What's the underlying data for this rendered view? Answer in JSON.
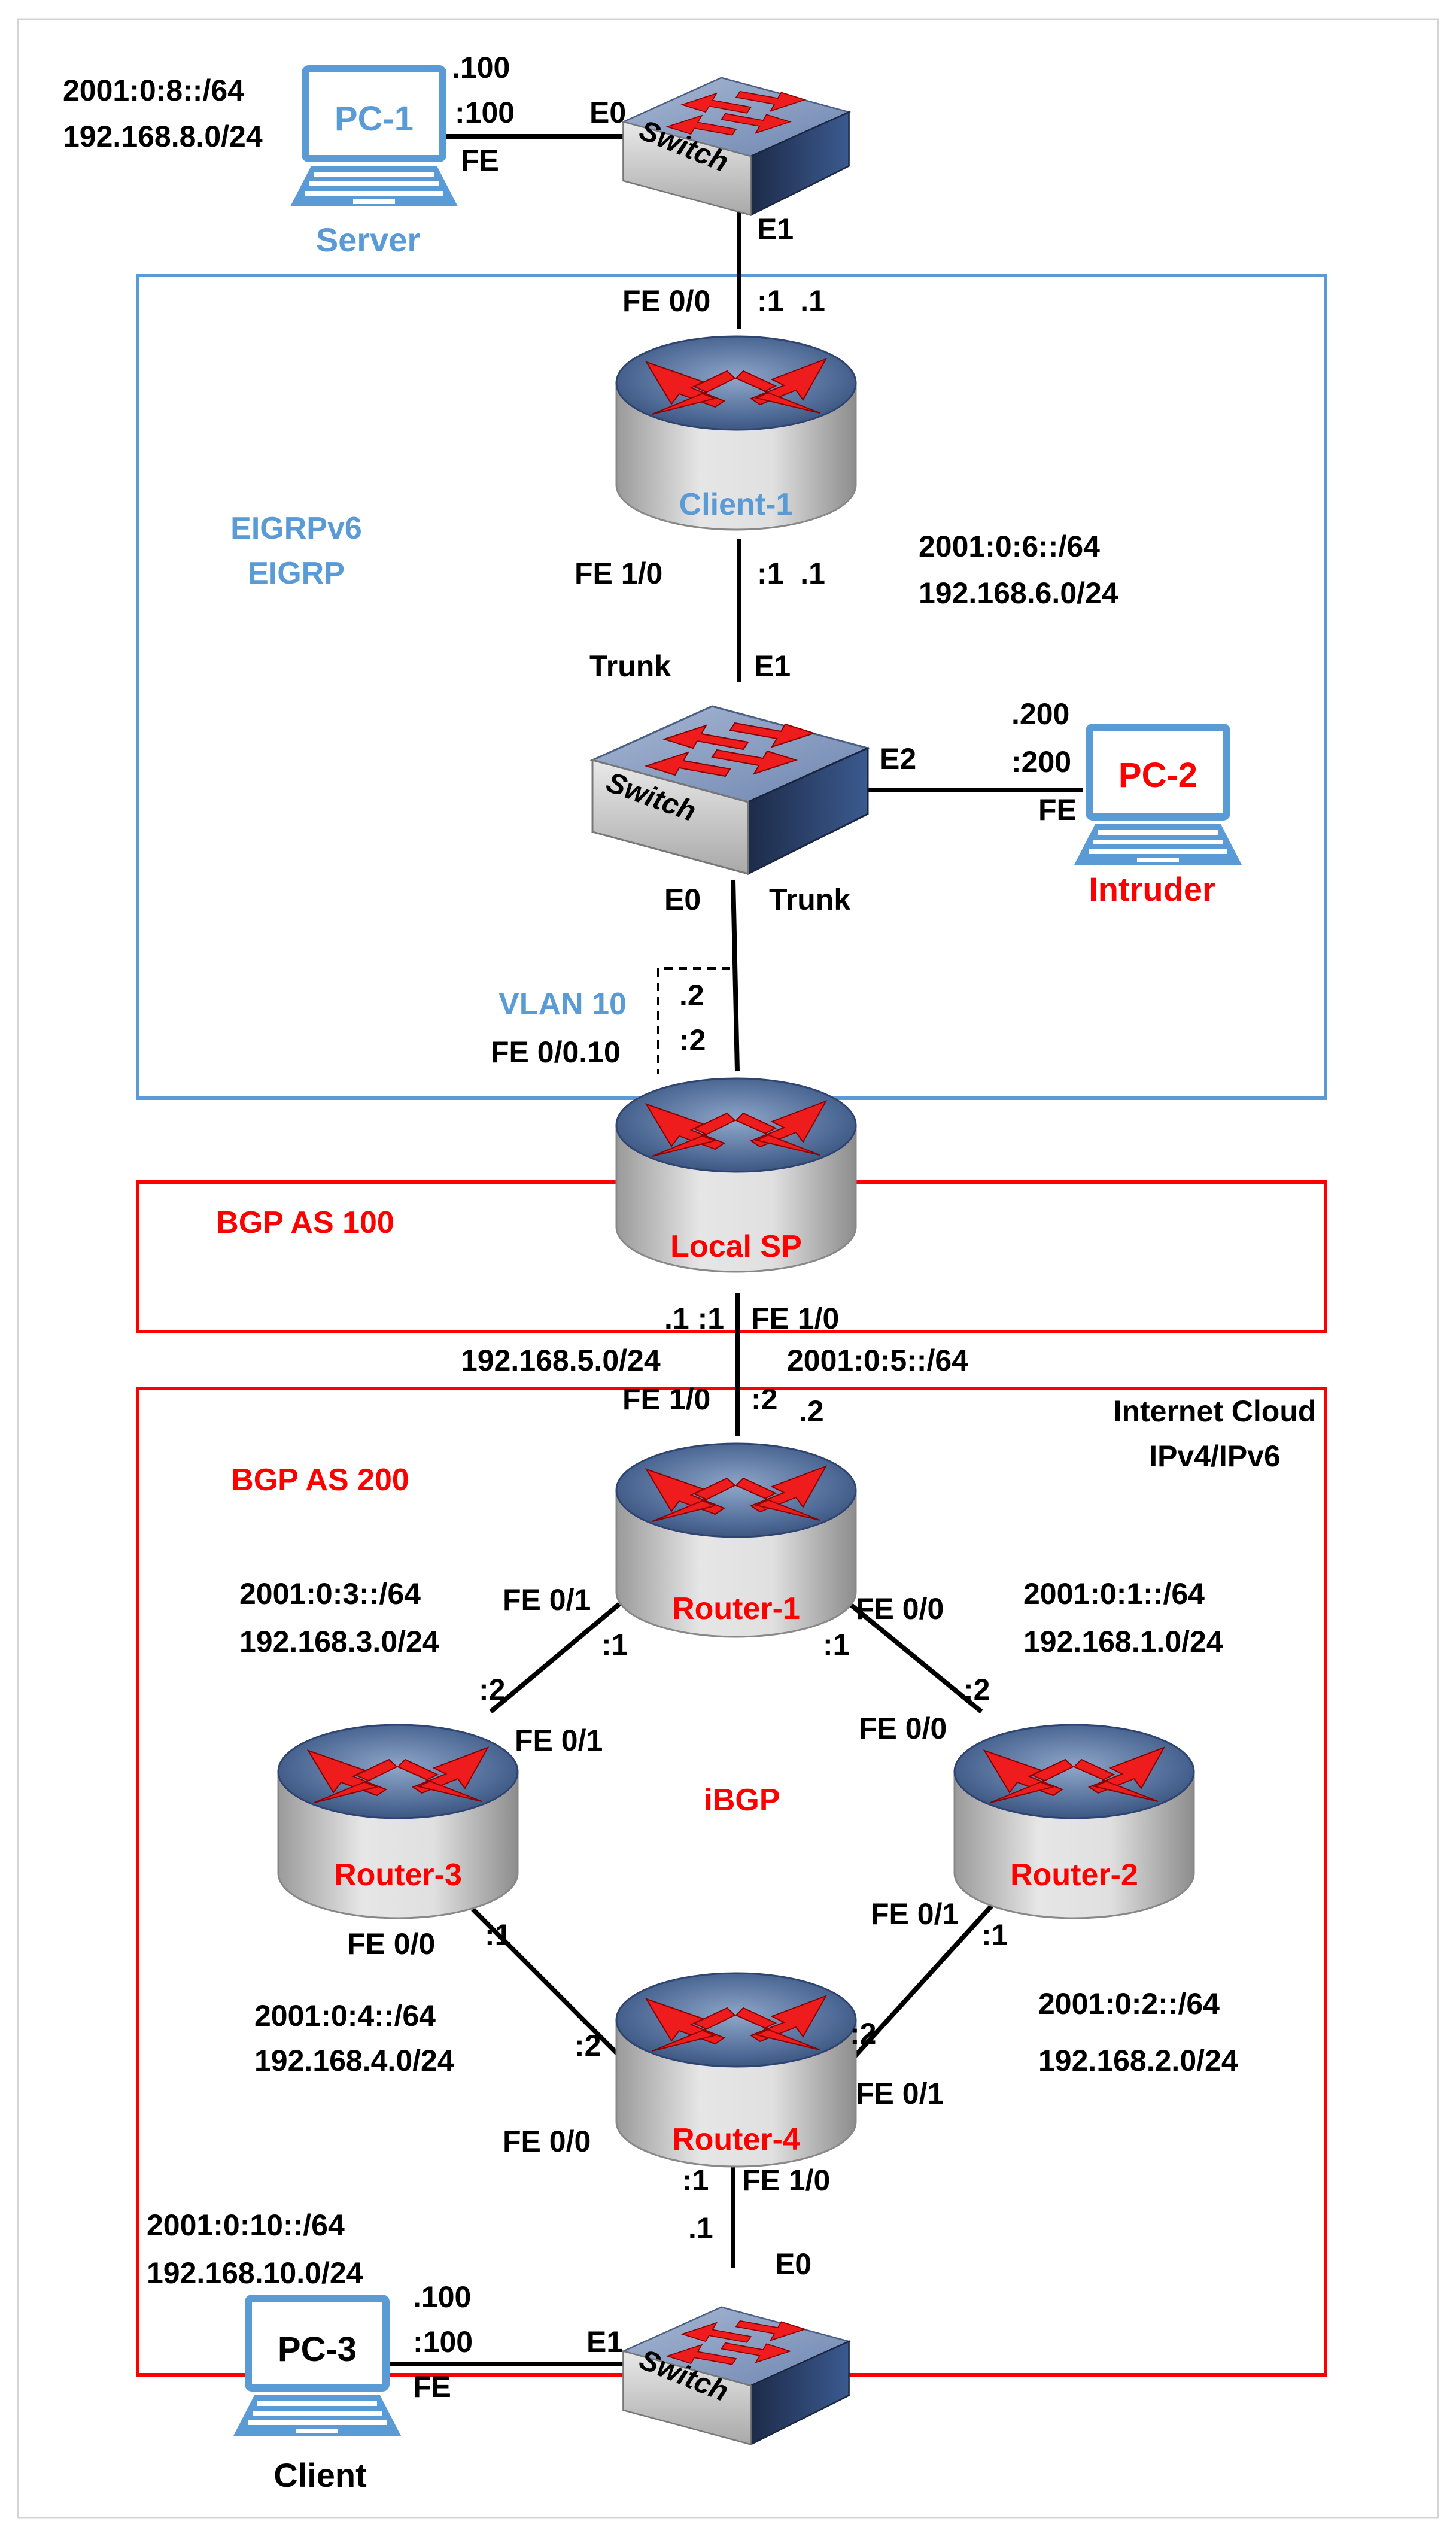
{
  "colors": {
    "blue": "#5b9bd5",
    "red": "#ff0000",
    "link": "#000000",
    "router_cap": "#4a6fa5",
    "router_body": "#c7c7c7",
    "arrow": "#ee1c1c"
  },
  "zones": {
    "eigrp": {
      "line1": "EIGRPv6",
      "line2": "EIGRP"
    },
    "vlan": "VLAN 10",
    "bgp100": "BGP AS 100",
    "bgp200": "BGP AS 200",
    "cloud": {
      "line1": "Internet Cloud",
      "line2": "IPv4/IPv6"
    },
    "ibgp": "iBGP"
  },
  "devices": {
    "pc1": {
      "screen": "PC-1",
      "role": "Server",
      "icon": "pc-icon"
    },
    "pc2": {
      "screen": "PC-2",
      "role": "Intruder",
      "icon": "pc-icon"
    },
    "pc3": {
      "screen": "PC-3",
      "role": "Client",
      "icon": "pc-icon"
    },
    "switch_label": "Switch",
    "client1": "Client-1",
    "localsp": "Local SP",
    "router1": "Router-1",
    "router2": "Router-2",
    "router3": "Router-3",
    "router4": "Router-4"
  },
  "networks": {
    "net8": {
      "v6": "2001:0:8::/64",
      "v4": "192.168.8.0/24"
    },
    "net6": {
      "v6": "2001:0:6::/64",
      "v4": "192.168.6.0/24"
    },
    "net5": {
      "v4": "192.168.5.0/24",
      "v6": "2001:0:5::/64"
    },
    "net3": {
      "v6": "2001:0:3::/64",
      "v4": "192.168.3.0/24"
    },
    "net1": {
      "v6": "2001:0:1::/64",
      "v4": "192.168.1.0/24"
    },
    "net4": {
      "v6": "2001:0:4::/64",
      "v4": "192.168.4.0/24"
    },
    "net2": {
      "v6": "2001:0:2::/64",
      "v4": "192.168.2.0/24"
    },
    "net10": {
      "v6": "2001:0:10::/64",
      "v4": "192.168.10.0/24"
    }
  },
  "ports": {
    "pc1_v4": ".100",
    "pc1_v6": ":100",
    "pc1_fe": "FE",
    "sw1_e0": "E0",
    "sw1_e1": "E1",
    "c1_fe00": "FE 0/0",
    "c1_fe00_addr": ":1  .1",
    "c1_fe10": "FE 1/0",
    "c1_fe10_addr": ":1  .1",
    "sw2_trunk_top": "Trunk",
    "sw2_e1": "E1",
    "sw2_e2": "E2",
    "sw2_e0": "E0",
    "sw2_trunk_bottom": "Trunk",
    "pc2_v4": ".200",
    "pc2_v6": ":200",
    "pc2_fe": "FE",
    "lsp_sub_v4": ".2",
    "lsp_sub_v6": ":2",
    "lsp_sub_if": "FE 0/0.10",
    "lsp_fe10_addr": ".1 :1",
    "lsp_fe10": "FE 1/0",
    "r1_fe10": "FE 1/0",
    "r1_fe10_addr_v6": ":2",
    "r1_fe10_addr_v4": ".2",
    "r1_fe01": "FE 0/1",
    "r1_fe01_addr": ":1",
    "r1_fe00": "FE 0/0",
    "r1_fe00_addr": ":1",
    "r3_fe01_addr": ":2",
    "r3_fe01": "FE 0/1",
    "r2_fe00_addr": ":2",
    "r2_fe00": "FE 0/0",
    "r3_fe00": "FE 0/0",
    "r3_fe00_addr": ":1",
    "r2_fe01": "FE 0/1",
    "r2_fe01_addr": ":1",
    "r4_left_addr": ":2",
    "r4_fe00": "FE 0/0",
    "r4_right_addr": ":2",
    "r4_fe01": "FE 0/1",
    "r4_fe10_addr_v6": ":1",
    "r4_fe10": "FE 1/0",
    "r4_fe10_addr_v4": ".1",
    "sw3_e0": "E0",
    "sw3_e1": "E1",
    "pc3_v4": ".100",
    "pc3_v6": ":100",
    "pc3_fe": "FE"
  }
}
